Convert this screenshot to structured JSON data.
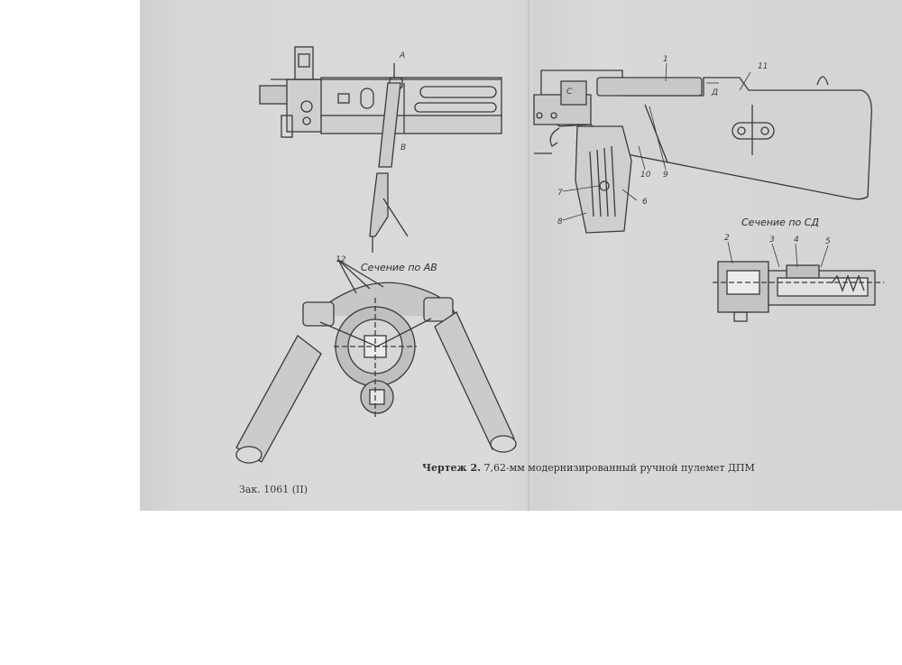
{
  "caption": {
    "prefix": "Чертеж 2.",
    "text": "7,62-мм модернизированный ручной пулемет ДПМ"
  },
  "order_note": "Зак. 1061 (II)",
  "sections": {
    "ab": "Сечение по АВ",
    "cd": "Сечение по СД"
  },
  "callouts": {
    "A": "А",
    "B": "В",
    "C": "С",
    "D": "Д",
    "n1": "1",
    "n2": "2",
    "n3": "3",
    "n4": "4",
    "n5": "5",
    "n6": "6",
    "n7": "7",
    "n8": "8",
    "n9": "9",
    "n10": "10",
    "n11": "11",
    "n12": "12"
  },
  "colors": {
    "paper": "#d8d8d8",
    "ink": "#3a3a3a"
  }
}
